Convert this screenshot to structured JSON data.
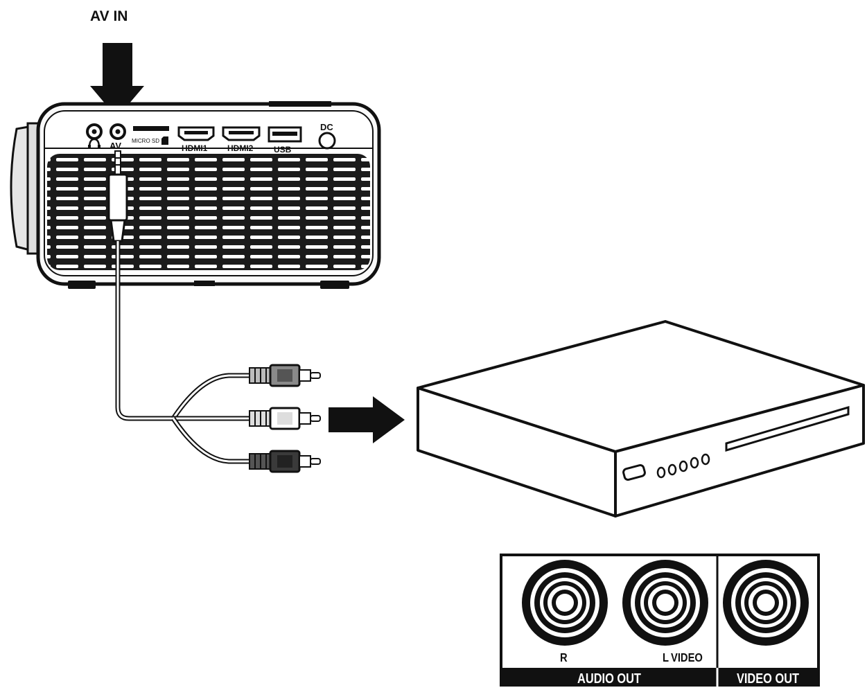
{
  "labels": {
    "av_in": "AV IN",
    "av": "AV",
    "micro_sd": "MICRO SD",
    "hdmi1": "HDMI1",
    "hdmi2": "HDMI2",
    "usb": "USB",
    "dc": "DC",
    "jack_r": "R",
    "jack_l": "L",
    "jack_video": "VIDEO",
    "audio_out": "AUDIO OUT",
    "video_out": "VIDEO OUT"
  },
  "colors": {
    "ink": "#111111",
    "paper": "#ffffff",
    "grey": "#9a9a9a"
  },
  "icons": {
    "headphone": "headphone-icon",
    "sd_card": "sd-card-icon"
  }
}
